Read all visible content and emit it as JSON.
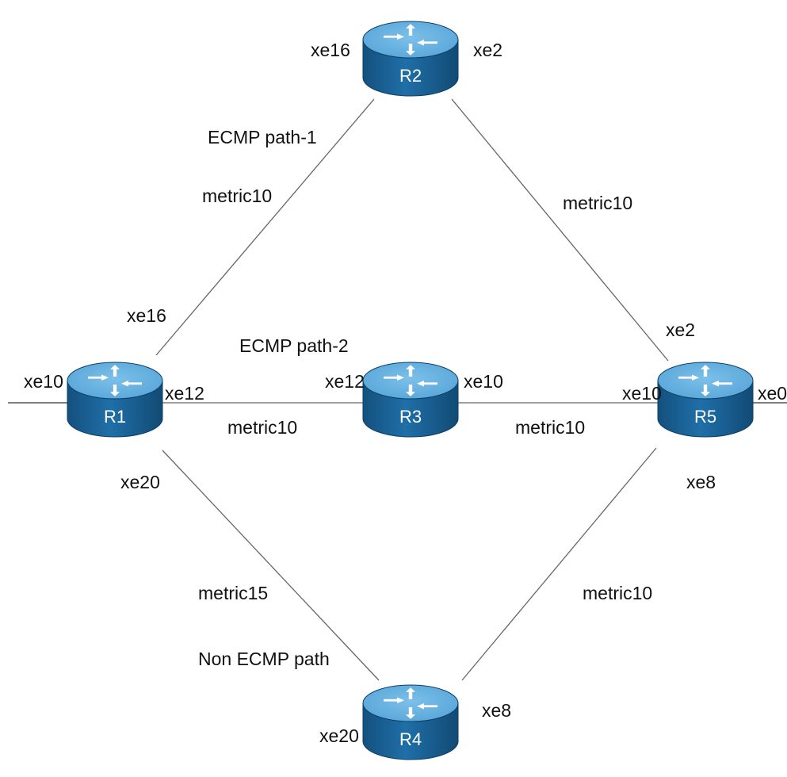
{
  "colors": {
    "router_body": "#1f6fa8",
    "router_top": "#58a6d8",
    "router_edge": "#0d3f66",
    "router_name": "#ffffff",
    "link": "#666666",
    "text": "#111111"
  },
  "routers": [
    {
      "id": "R1",
      "label": "R1",
      "icon": "router-icon"
    },
    {
      "id": "R2",
      "label": "R2",
      "icon": "router-icon"
    },
    {
      "id": "R3",
      "label": "R3",
      "icon": "router-icon"
    },
    {
      "id": "R4",
      "label": "R4",
      "icon": "router-icon"
    },
    {
      "id": "R5",
      "label": "R5",
      "icon": "router-icon"
    }
  ],
  "links": [
    {
      "id": "r1-r2",
      "from": "R1",
      "to": "R2"
    },
    {
      "id": "r2-r5",
      "from": "R2",
      "to": "R5"
    },
    {
      "id": "r1-r3",
      "from": "R1",
      "to": "R3"
    },
    {
      "id": "r3-r5",
      "from": "R3",
      "to": "R5"
    },
    {
      "id": "r1-r4",
      "from": "R1",
      "to": "R4"
    },
    {
      "id": "r4-r5",
      "from": "R4",
      "to": "R5"
    }
  ],
  "labels": {
    "r2_xe16": "xe16",
    "r2_xe2": "xe2",
    "path1": "ECMP path-1",
    "metric_r1_r2": "metric10",
    "metric_r2_r5": "metric10",
    "r1_xe16": "xe16",
    "path2": "ECMP path-2",
    "r5_xe2": "xe2",
    "r1_xe10": "xe10",
    "r1_xe12": "xe12",
    "r3_xe12": "xe12",
    "r3_xe10": "xe10",
    "r5_xe10": "xe10",
    "r5_xe0": "xe0",
    "metric_r1_r3": "metric10",
    "metric_r3_r5": "metric10",
    "r1_xe20": "xe20",
    "r5_xe8": "xe8",
    "metric_r1_r4": "metric15",
    "metric_r4_r5": "metric10",
    "path3": "Non ECMP path",
    "r4_xe8": "xe8",
    "r4_xe20": "xe20"
  }
}
